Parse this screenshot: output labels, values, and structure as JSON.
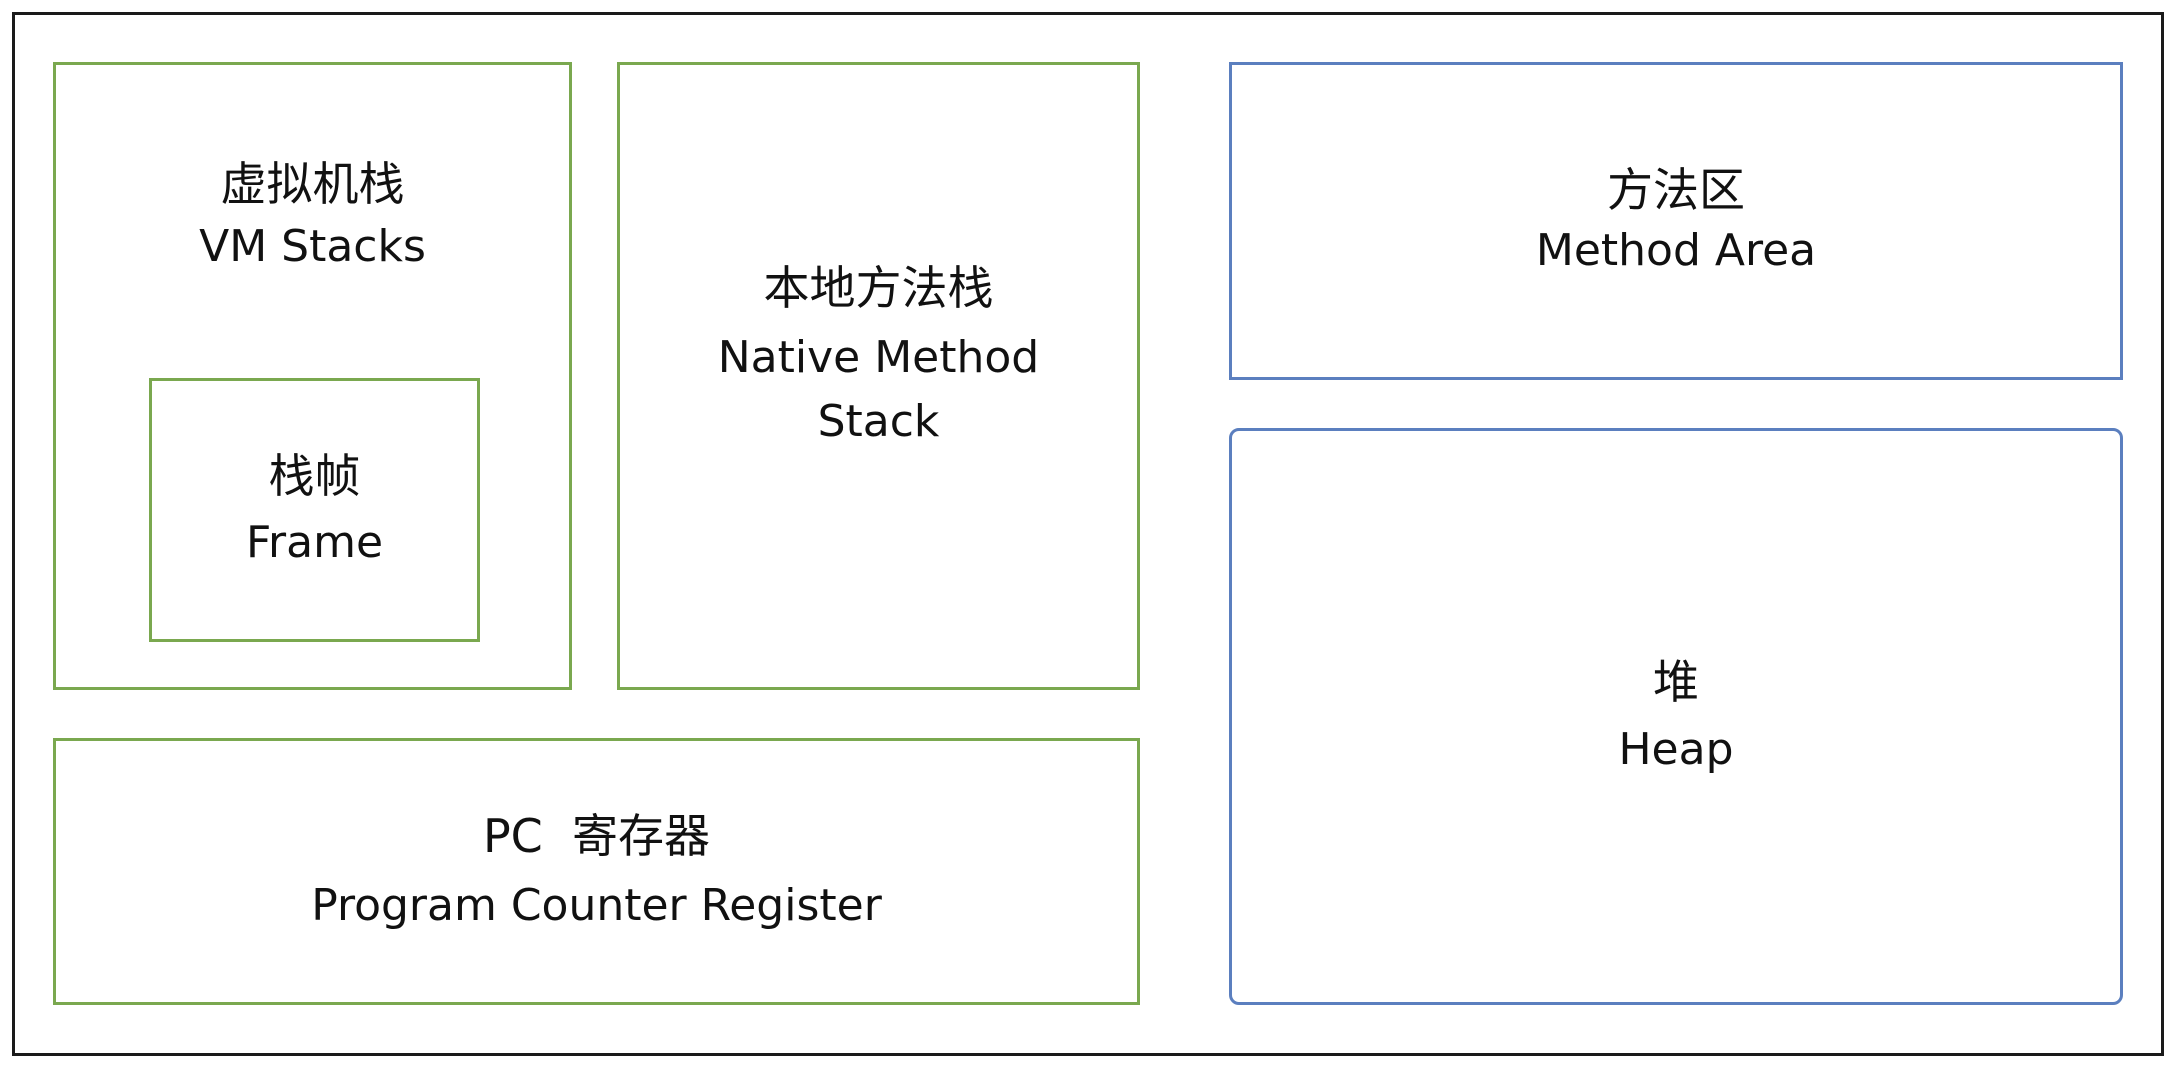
{
  "vm_stacks": {
    "zh": "虚拟机栈",
    "en": "VM Stacks"
  },
  "frame": {
    "zh": "栈帧",
    "en": "Frame"
  },
  "native_method_stack": {
    "zh": "本地方法栈",
    "en": "Native Method Stack"
  },
  "pc_register": {
    "zh": "PC  寄存器",
    "en": "Program Counter Register"
  },
  "method_area": {
    "zh": "方法区",
    "en": "Method Area"
  },
  "heap": {
    "zh": "堆",
    "en": "Heap"
  },
  "colors": {
    "thread_private_border": "#7aa84f",
    "shared_border": "#5b7fbf",
    "outer_border": "#1a1a1a"
  }
}
